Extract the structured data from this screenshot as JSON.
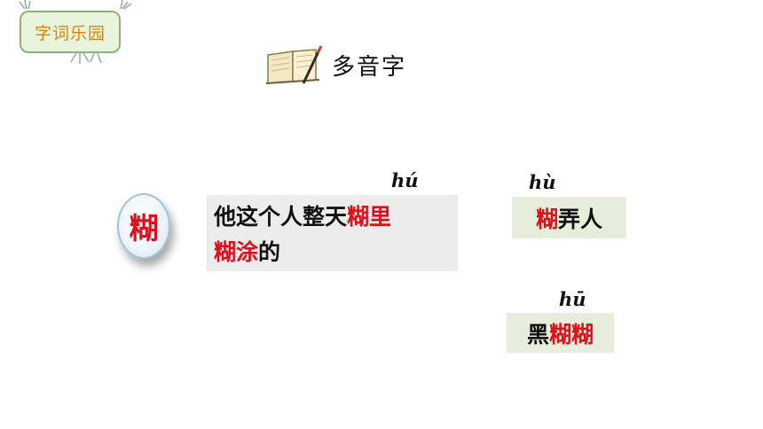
{
  "badge": {
    "label": "字词乐园"
  },
  "header": {
    "title": "多音字",
    "icon": "book-pen-icon"
  },
  "character": {
    "char": "糊"
  },
  "sentence": {
    "part1": "他这个人整天",
    "red1": "糊里",
    "red2": "糊涂",
    "part2": "的"
  },
  "pinyin": {
    "hu2": "hú",
    "hu4": "hù",
    "hu1": "hū"
  },
  "word1": {
    "red": "糊",
    "rest": "弄人"
  },
  "word2": {
    "prefix": "黑",
    "red": "糊糊"
  },
  "colors": {
    "highlight": "#e0101a",
    "badge_text": "#d7860a",
    "box_gray": "#ececec",
    "box_green": "#e6eedb"
  }
}
